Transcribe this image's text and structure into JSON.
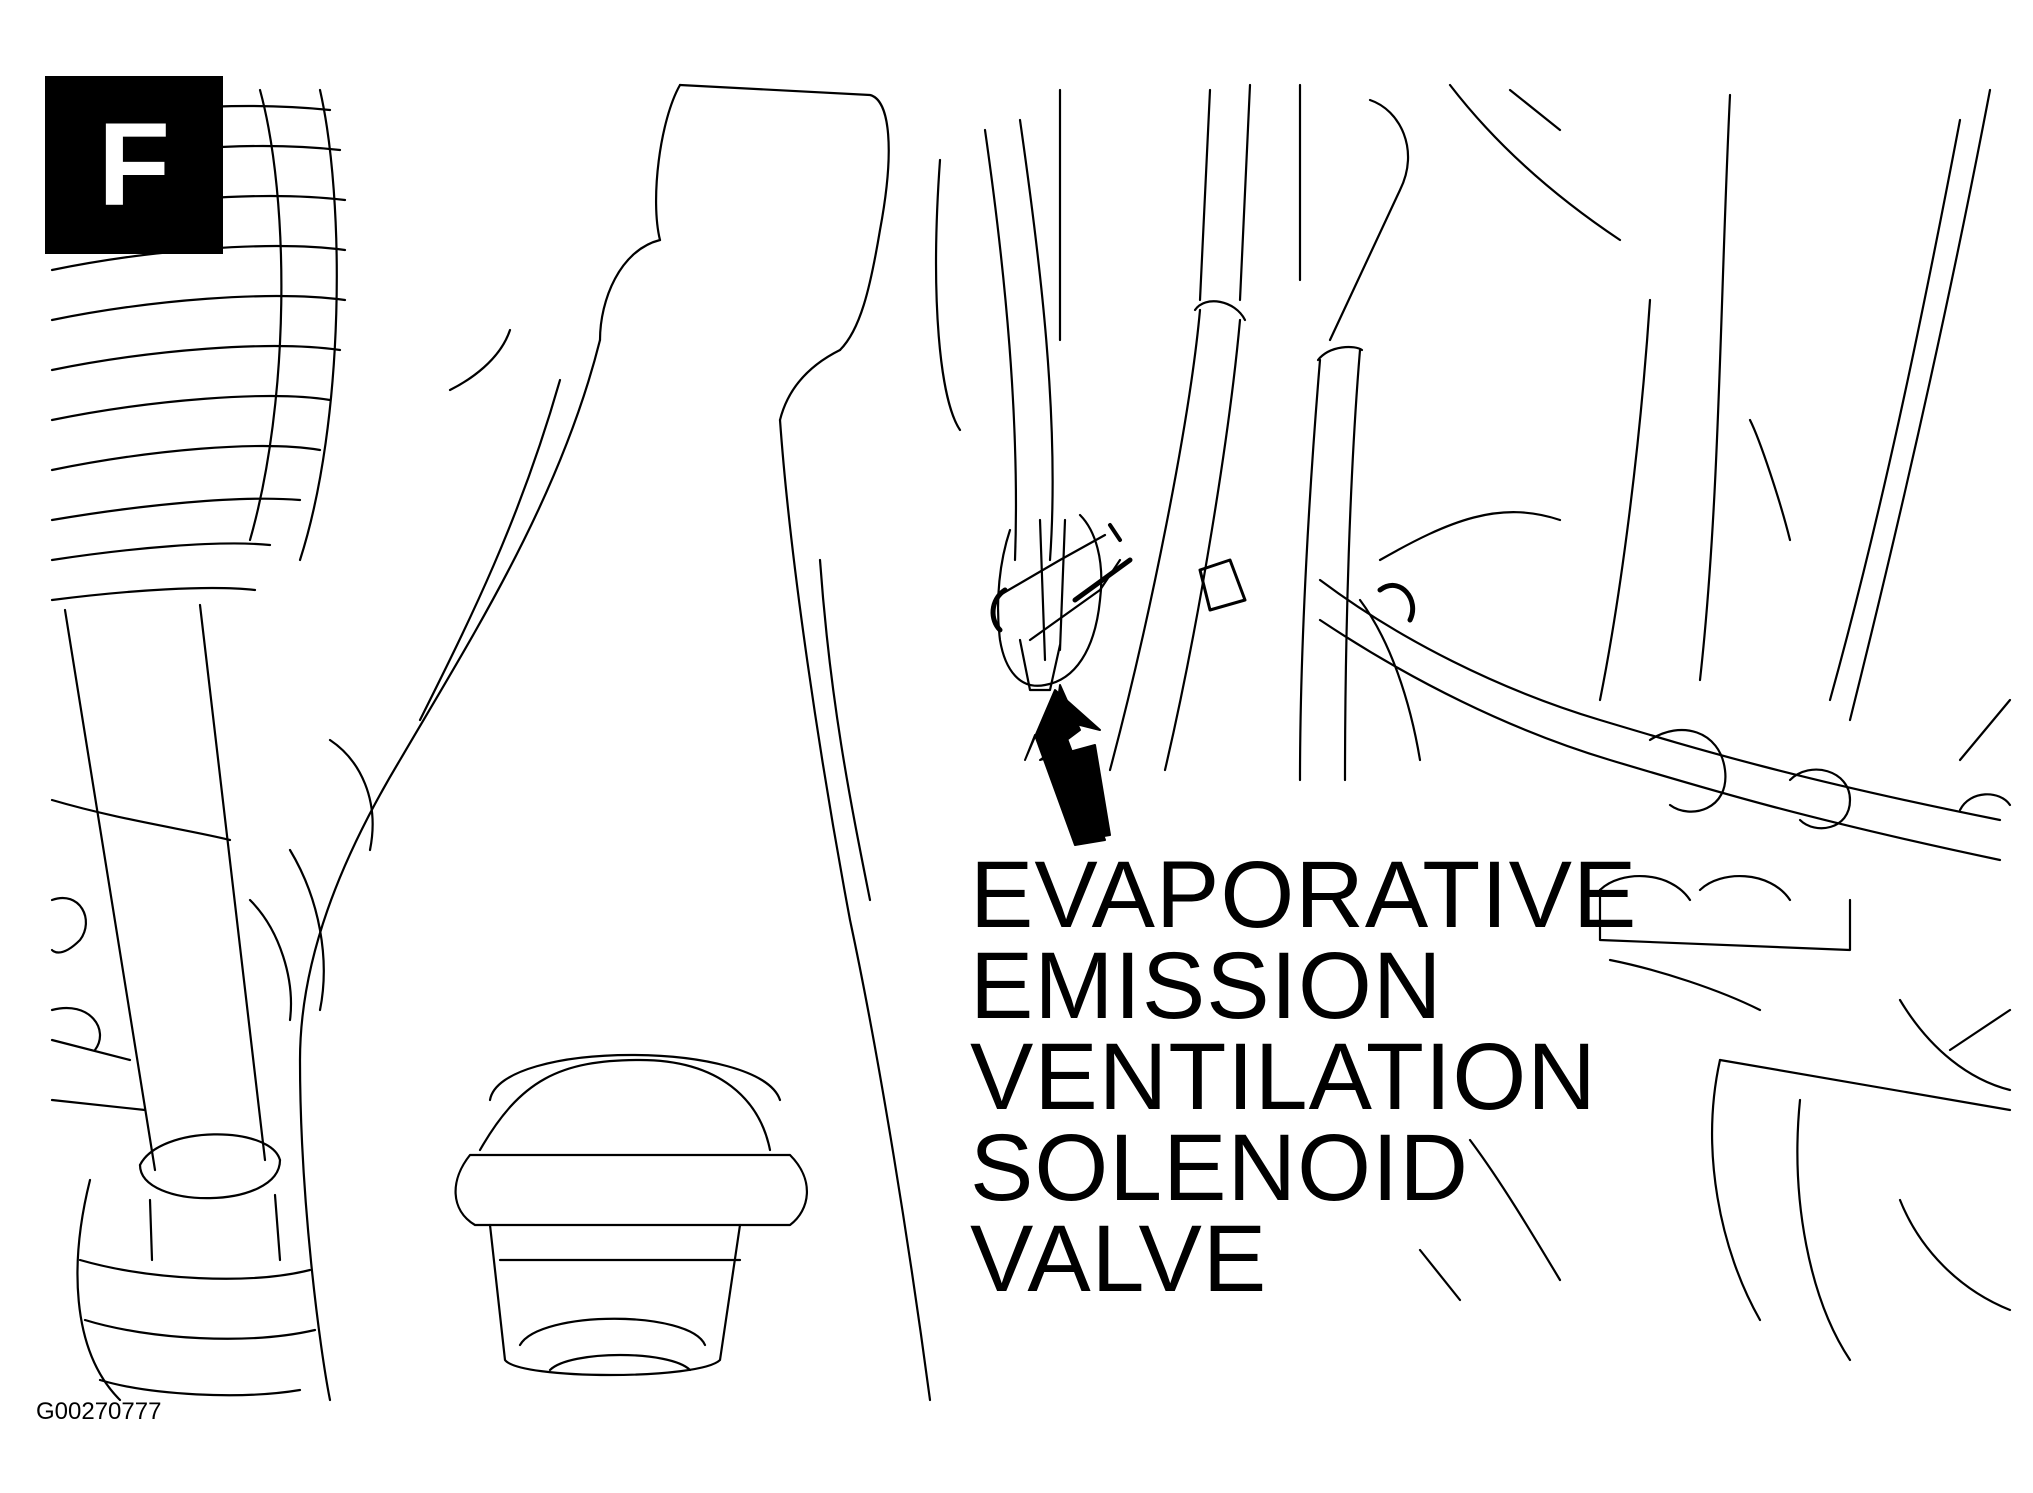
{
  "badge": {
    "letter": "F"
  },
  "callout": {
    "lines": [
      "EVAPORATIVE",
      "EMISSION",
      "VENTILATION",
      "SOLENOID",
      "VALVE"
    ]
  },
  "figure_id": "G00270777",
  "colors": {
    "line": "#000000",
    "background": "#ffffff"
  }
}
